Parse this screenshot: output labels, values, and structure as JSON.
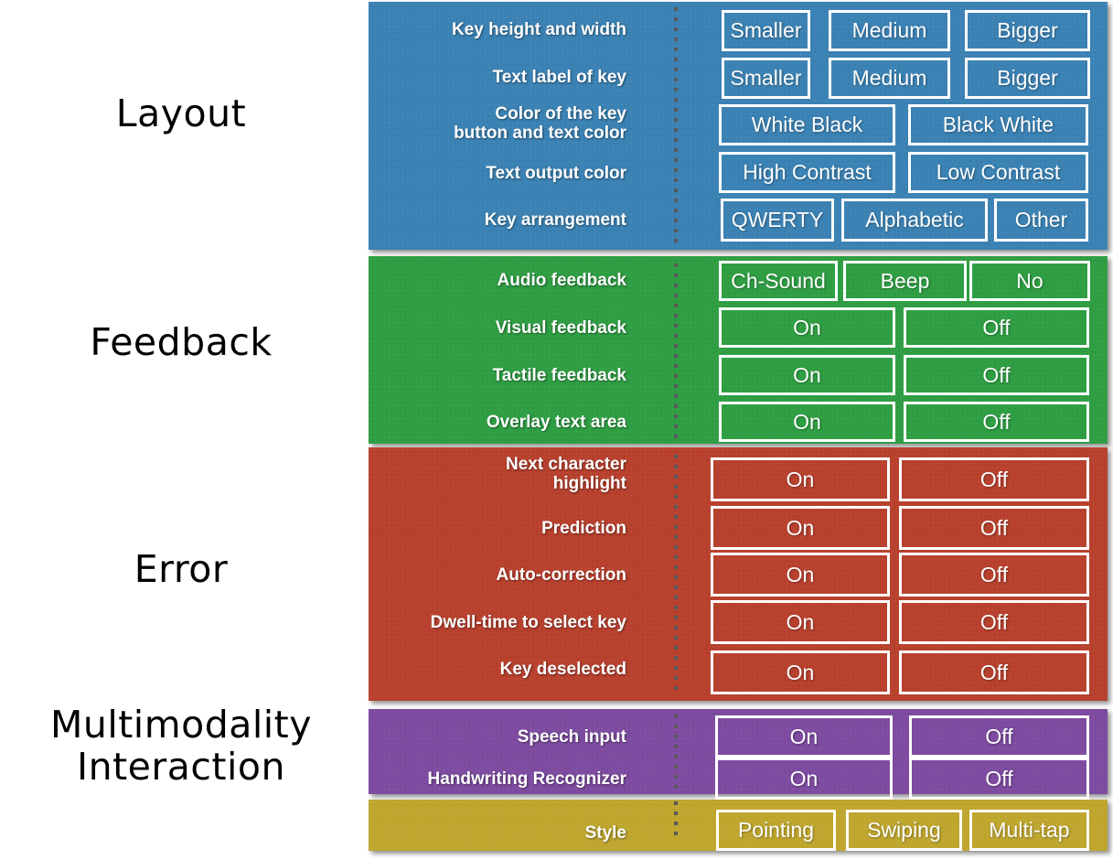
{
  "title": "Keyboard design space taxonomy",
  "colors": {
    "layout": "#3b82b4",
    "feedback": "#2f9e43",
    "error": "#b8412e",
    "multimodality": "#7d4ba0",
    "interaction": "#bfa62e",
    "box_border": "#ffffff",
    "label_text": "#ffffff",
    "category_text": "#000000",
    "divider": "#5a5a5a"
  },
  "categories": [
    {
      "id": "layout",
      "label": "Layout"
    },
    {
      "id": "feedback",
      "label": "Feedback"
    },
    {
      "id": "error",
      "label": "Error"
    },
    {
      "id": "multimodality",
      "label": "Multimodality\nInteraction"
    }
  ],
  "sections": {
    "layout": {
      "name": "Layout",
      "rows": [
        {
          "label": "Key height and width",
          "options": [
            "Smaller",
            "Medium",
            "Bigger"
          ]
        },
        {
          "label": "Text label of key",
          "options": [
            "Smaller",
            "Medium",
            "Bigger"
          ]
        },
        {
          "label": "Color of the key\nbutton and text color",
          "options": [
            "White Black",
            "Black White"
          ]
        },
        {
          "label": "Text output color",
          "options": [
            "High Contrast",
            "Low Contrast"
          ]
        },
        {
          "label": "Key arrangement",
          "options": [
            "QWERTY",
            "Alphabetic",
            "Other"
          ]
        }
      ]
    },
    "feedback": {
      "name": "Feedback",
      "rows": [
        {
          "label": "Audio feedback",
          "options": [
            "Ch-Sound",
            "Beep",
            "No"
          ]
        },
        {
          "label": "Visual feedback",
          "options": [
            "On",
            "Off"
          ]
        },
        {
          "label": "Tactile feedback",
          "options": [
            "On",
            "Off"
          ]
        },
        {
          "label": "Overlay text area",
          "options": [
            "On",
            "Off"
          ]
        }
      ]
    },
    "error": {
      "name": "Error",
      "rows": [
        {
          "label": "Next character\nhighlight",
          "options": [
            "On",
            "Off"
          ]
        },
        {
          "label": "Prediction",
          "options": [
            "On",
            "Off"
          ]
        },
        {
          "label": "Auto-correction",
          "options": [
            "On",
            "Off"
          ]
        },
        {
          "label": "Dwell-time to select key",
          "options": [
            "On",
            "Off"
          ]
        },
        {
          "label": "Key deselected",
          "options": [
            "On",
            "Off"
          ]
        }
      ]
    },
    "multimodality": {
      "name": "Multimodality",
      "rows": [
        {
          "label": "Speech input",
          "options": [
            "On",
            "Off"
          ]
        },
        {
          "label": "Handwriting Recognizer",
          "options": [
            "On",
            "Off"
          ]
        }
      ]
    },
    "interaction": {
      "name": "Interaction",
      "rows": [
        {
          "label": "Style",
          "options": [
            "Pointing",
            "Swiping",
            "Multi-tap"
          ]
        }
      ]
    }
  }
}
